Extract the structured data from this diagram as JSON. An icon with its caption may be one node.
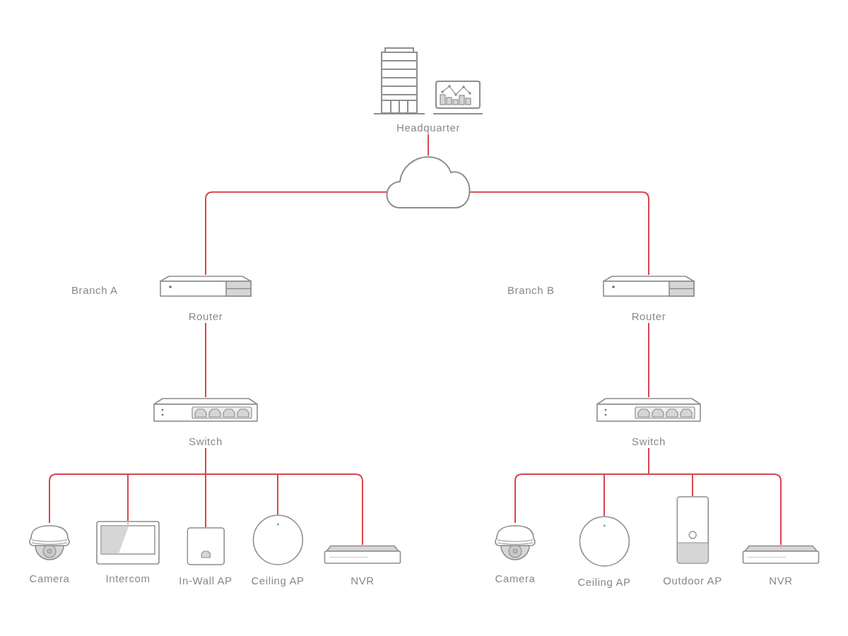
{
  "diagram": {
    "nodes": [
      {
        "text": [
          "Headquarter"
        ]
      },
      {
        "text": [],
        "shape": "cloud"
      },
      {
        "text": [
          "Router"
        ]
      },
      {
        "text": [
          "Switch"
        ]
      },
      {
        "text": [
          "Camera"
        ]
      },
      {
        "text": [
          "Intercom"
        ]
      },
      {
        "text": [
          "In-Wall AP"
        ]
      },
      {
        "text": [
          "Ceiling AP"
        ]
      },
      {
        "text": [
          "NVR"
        ]
      },
      {
        "text": [
          "Router"
        ]
      },
      {
        "text": [
          "Switch"
        ]
      },
      {
        "text": [
          "Camera"
        ]
      },
      {
        "text": [
          "Ceiling AP"
        ]
      },
      {
        "text": [
          "Outdoor AP"
        ]
      },
      {
        "text": [
          "NVR"
        ]
      }
    ],
    "edges": [
      {
        "from": 0,
        "to": 1,
        "arrow": "none"
      },
      {
        "from": 1,
        "to": 2,
        "arrow": "none"
      },
      {
        "from": 1,
        "to": 9,
        "arrow": "none"
      },
      {
        "from": 2,
        "to": 3,
        "arrow": "none"
      },
      {
        "from": 3,
        "to": 4,
        "arrow": "none"
      },
      {
        "from": 3,
        "to": 5,
        "arrow": "none"
      },
      {
        "from": 3,
        "to": 6,
        "arrow": "none"
      },
      {
        "from": 3,
        "to": 7,
        "arrow": "none"
      },
      {
        "from": 3,
        "to": 8,
        "arrow": "none"
      },
      {
        "from": 9,
        "to": 10,
        "arrow": "none"
      },
      {
        "from": 10,
        "to": 11,
        "arrow": "none"
      },
      {
        "from": 10,
        "to": 12,
        "arrow": "none"
      },
      {
        "from": 10,
        "to": 13,
        "arrow": "none"
      },
      {
        "from": 10,
        "to": 14,
        "arrow": "none"
      }
    ],
    "labels": [
      "Branch A",
      "Branch B"
    ]
  }
}
